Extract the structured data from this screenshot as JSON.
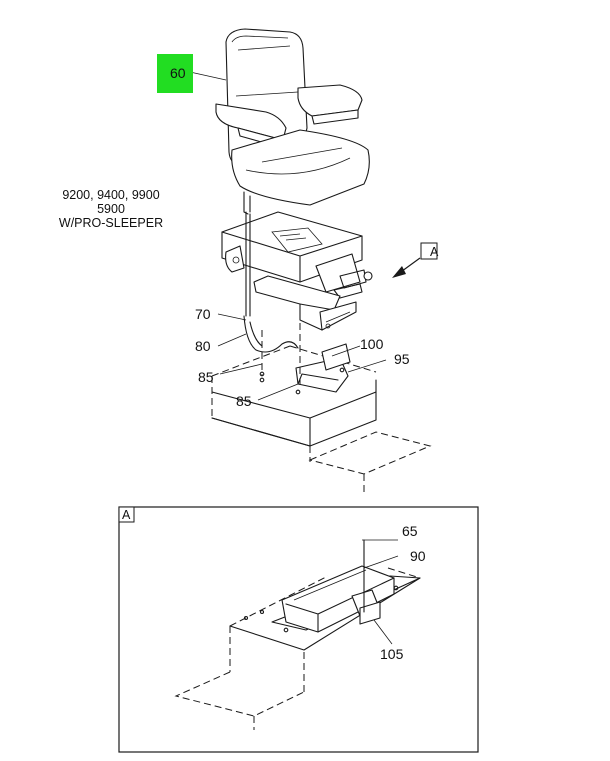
{
  "callouts": {
    "c60": "60",
    "c70": "70",
    "c80": "80",
    "c85a": "85",
    "c85b": "85",
    "c100": "100",
    "c95": "95",
    "c65": "65",
    "c90": "90",
    "c105": "105"
  },
  "view_marker": "A",
  "detail_label": "A",
  "applicability": {
    "line1": "9200, 9400, 9900",
    "line2": "5900",
    "line3": "W/PRO-SLEEPER"
  },
  "colors": {
    "highlight": "#22dd22"
  }
}
